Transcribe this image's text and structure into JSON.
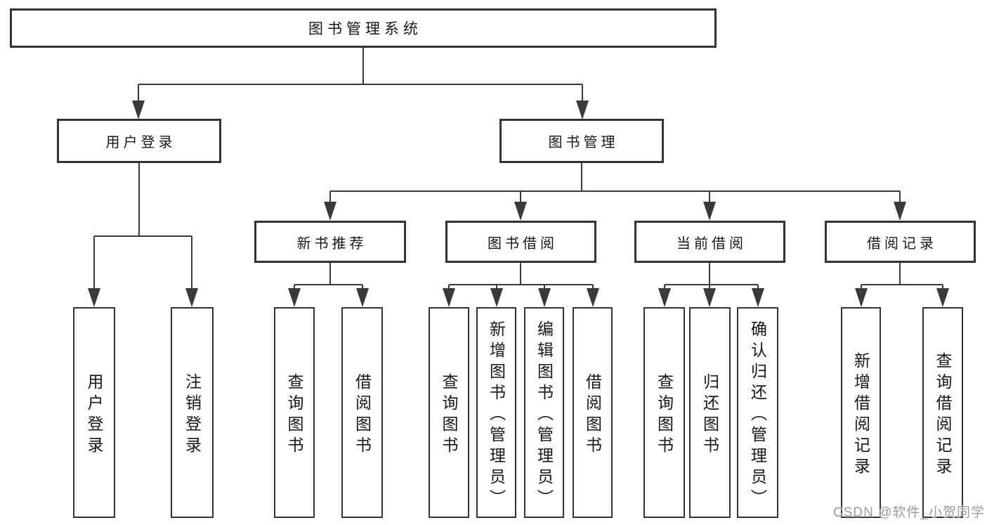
{
  "diagram": {
    "title": "图书管理系统",
    "branches": [
      {
        "label": "用户登录",
        "children": [
          {
            "label": "用户登录"
          },
          {
            "label": "注销登录"
          }
        ]
      },
      {
        "label": "图书管理",
        "children": [
          {
            "label": "新书推荐",
            "children": [
              {
                "label": "查询图书"
              },
              {
                "label": "借阅图书"
              }
            ]
          },
          {
            "label": "图书借阅",
            "children": [
              {
                "label": "查询图书"
              },
              {
                "label": "新增图书（管理员）"
              },
              {
                "label": "编辑图书（管理员）"
              },
              {
                "label": "借阅图书"
              }
            ]
          },
          {
            "label": "当前借阅",
            "children": [
              {
                "label": "查询图书"
              },
              {
                "label": "归还图书"
              },
              {
                "label": "确认归还（管理员）"
              }
            ]
          },
          {
            "label": "借阅记录",
            "children": [
              {
                "label": "新增借阅记录"
              },
              {
                "label": "查询借阅记录"
              }
            ]
          }
        ]
      }
    ]
  },
  "watermark": {
    "text": "CSDN @软件_小贺同学"
  },
  "colors": {
    "line": "#3a3a3a",
    "border": "#333333",
    "text": "#161616",
    "watermark": "#9b9b9b",
    "background": "#ffffff"
  }
}
